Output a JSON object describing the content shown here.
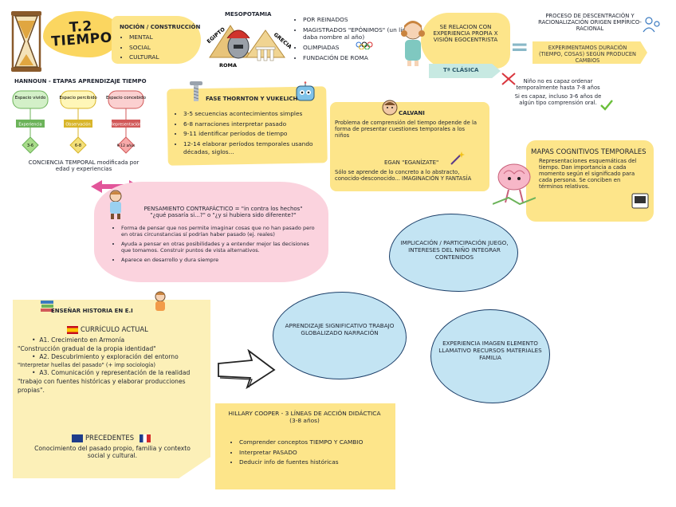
{
  "title": {
    "line1": "T.2",
    "line2": "TIEMPO"
  },
  "nocion": {
    "title": "NOCIÓN / CONSTRUCCIÓN",
    "items": [
      "MENTAL",
      "SOCIAL",
      "CULTURAL"
    ]
  },
  "mesopotamia": {
    "title": "MESOPOTAMIA",
    "labels": {
      "egipto": "EGIPTO",
      "grecia": "GRECIA",
      "roma": "ROMA"
    }
  },
  "reinos": {
    "items": [
      "POR REINADOS",
      "MAGISTRADOS \"EPÓNIMOS\" (un líder daba nombre al año)",
      "OLIMPIADAS",
      "FUNDACIÓN DE ROMA"
    ]
  },
  "relacion": {
    "text": "SE RELACION CON EXPERIENCIA PROPIA X VISIÓN EGOCENTRISTA",
    "clasica": "Tª CLÁSICA"
  },
  "proceso": {
    "text": "PROCESO DE DESCENTRACIÓN Y RACIONALIZACIÓN ORIGEN EMPÍRICO-RACIONAL",
    "experiment": "EXPERIMENTAMOS DURACIÓN (TIEMPO, COSAS) SEGÚN PRODUCEN CAMBIOS"
  },
  "nino": {
    "line1": "Niño no es capaz ordenar temporalmente hasta 7-8 años",
    "line2": "Si es capaz, incluso 3-6 años de algún tipo comprensión oral."
  },
  "hannoun": {
    "title": "HANNOUN - ETAPAS APRENDIZAJE TIEMPO",
    "stages": [
      {
        "label": "Espacio vivido",
        "sub": "Experiencia",
        "age": "3-6"
      },
      {
        "label": "Espacio percibido",
        "sub": "Observación",
        "age": "6-8"
      },
      {
        "label": "Espacio concebido",
        "sub": "Representación",
        "age": "9-12 años"
      }
    ],
    "conciencia": "CONCIENCIA TEMPORAL modificada por edad y experiencias"
  },
  "thornton": {
    "title": "FASE THORNTON Y VUKELICH",
    "items": [
      "3-5 secuencias acontecimientos simples",
      "6-8 narraciones interpretar pasado",
      "9-11 identificar períodos de tiempo",
      "12-14 elaborar períodos temporales usando décadas, siglos..."
    ]
  },
  "calvani": {
    "name": "CALVANI",
    "text": "Problema de comprensión del tiempo depende de la forma de presentar cuestiones temporales a los niños",
    "egan_name": "EGAN \"EGANÍZATE\"",
    "egan_text": "Sólo se aprende de lo concreto a lo abstracto, conocido-desconocido... IMAGINACIÓN Y FANTASÍA"
  },
  "mapas": {
    "title": "MAPAS COGNITIVOS TEMPORALES",
    "text": "Representaciones esquemáticas del tiempo. Dan importancia a cada momento según el significado para cada persona. Se conciben en términos relativos."
  },
  "pensamiento": {
    "title": "PENSAMIENTO CONTRAFÁCTICO = \"in contra los hechos\"",
    "subtitle": "\"¿qué pasaría si...?\" o \"¿y si hubiera sido diferente?\"",
    "items": [
      "Forma de pensar que nos permite imaginar cosas que no han pasado pero en otras circunstancias sí podrían haber pasado (ej. reales)",
      "Ayuda a pensar en otras posibilidades y a entender mejor las decisiones que tomamos. Construir puntos de vista alternativos.",
      "Aparece en desarrollo y dura siempre"
    ]
  },
  "clouds": [
    {
      "text": "IMPLICACIÓN / PARTICIPACIÓN JUEGO, INTERESES DEL NIÑO INTEGRAR CONTENIDOS"
    },
    {
      "text": "APRENDIZAJE SIGNIFICATIVO TRABAJO GLOBALIZADO NARRACIÓN"
    },
    {
      "text": "EXPERIENCIA IMAGEN ELEMENTO LLAMATIVO RECURSOS MATERIALES FAMILIA"
    }
  ],
  "ensenar": {
    "title": "ENSEÑAR HISTORIA EN E.I",
    "curriculo_title": "CURRÍCULO ACTUAL",
    "curriculo": [
      "A1. Crecimiento en Armonía",
      "\"Construcción gradual de la propia identidad\"",
      "A2. Descubrimiento y exploración del entorno",
      "\"Interpretar huellas del pasado\" (+ imp sociología)",
      "A3. Comunicación y representación de la realidad",
      "\"trabajo con fuentes históricas y elaborar producciones propias\"."
    ],
    "precedentes_title": "PRECEDENTES",
    "precedentes_text": "Conocimiento del pasado propio, familia y contexto social y cultural."
  },
  "hillary": {
    "title": "HILLARY COOPER - 3 LÍNEAS DE ACCIÓN DIDÁCTICA (3-8 años)",
    "items": [
      "Comprender conceptos TIEMPO Y CAMBIO",
      "Interpretar PASADO",
      "Deducir info de fuentes históricas"
    ]
  },
  "colors": {
    "yellow": "#fde58a",
    "pink": "#fbd3de",
    "blue_cloud": "#c3e4f3",
    "cloud_border": "#1b3e68",
    "teal": "#c7e9e2",
    "note": "#fcf0b8"
  }
}
